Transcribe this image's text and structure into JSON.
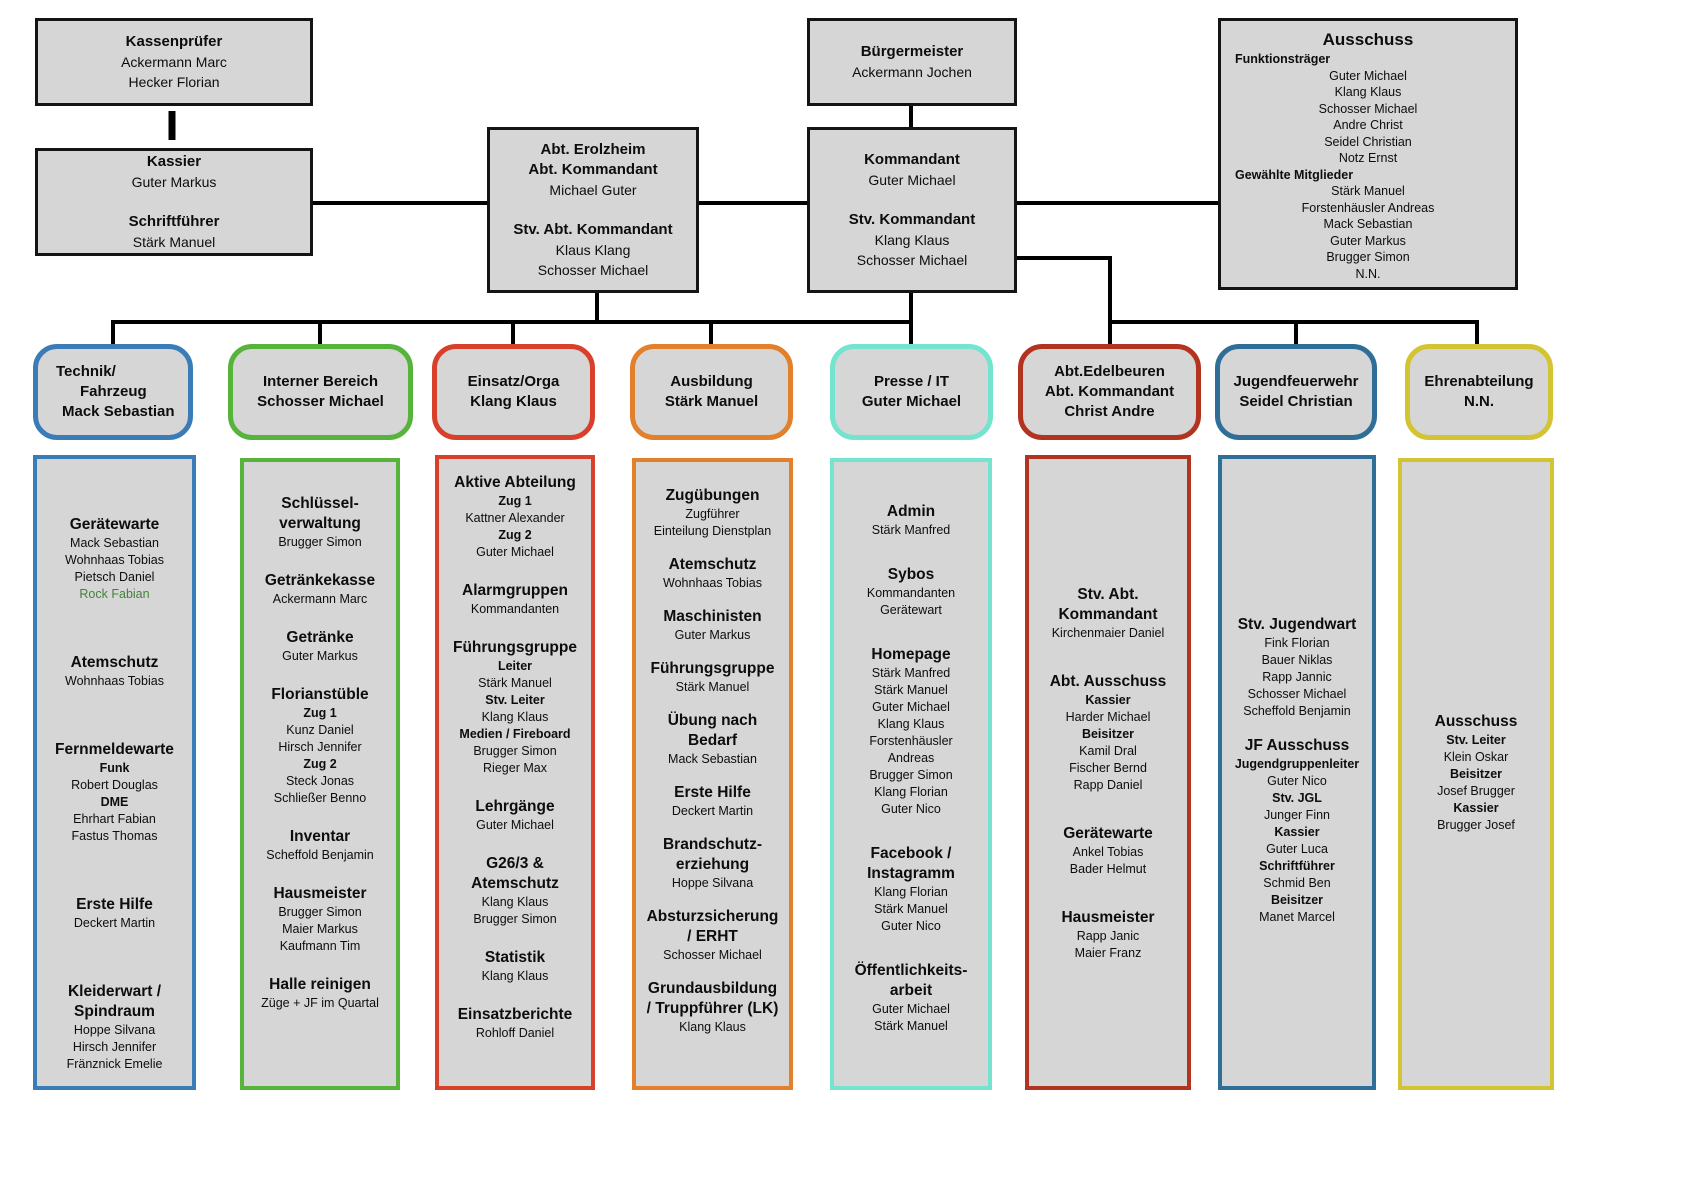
{
  "top": {
    "kassenpruefer": {
      "title": "Kassenprüfer",
      "names": [
        "Ackermann Marc",
        "Hecker Florian"
      ]
    },
    "kassier": {
      "role1": "Kassier",
      "name1": "Guter Markus",
      "role2": "Schriftführer",
      "name2": "Stärk Manuel"
    },
    "buergermeister": {
      "title": "Bürgermeister",
      "name": "Ackermann Jochen"
    },
    "erolzheim": {
      "lines": [
        "Abt. Erolzheim",
        "Abt. Kommandant",
        "Michael Guter",
        "Stv. Abt. Kommandant",
        "Klaus Klang",
        "Schosser Michael"
      ]
    },
    "kommandant": {
      "lines": [
        "Kommandant",
        "Guter Michael",
        "Stv. Kommandant",
        "Klang Klaus",
        "Schosser Michael"
      ]
    },
    "ausschuss": {
      "title": "Ausschuss",
      "groups": [
        {
          "label": "Funktionsträger",
          "names": [
            "Guter Michael",
            "Klang Klaus",
            "Schosser Michael",
            "Andre Christ",
            "Seidel Christian",
            "Notz Ernst"
          ]
        },
        {
          "label": "Gewählte Mitglieder",
          "names": [
            "Stärk Manuel",
            "Forstenhäusler Andreas",
            "Mack Sebastian",
            "Guter Markus",
            "Brugger Simon",
            "N.N."
          ]
        }
      ]
    }
  },
  "colors": {
    "box_fill": "#d6d6d6",
    "line": "#000000",
    "technik": "#3a7cb8",
    "interner": "#56b33c",
    "einsatz": "#d8402b",
    "ausbildung": "#e2802c",
    "presse": "#74e3cf",
    "edelbeuren": "#b23420",
    "jugend": "#2f6e96",
    "ehren": "#d3c433",
    "highlight_name": "#44803c"
  },
  "departments": [
    {
      "id": "technik",
      "accent": "#3a7cb8",
      "header": [
        "Technik/",
        "Fahrzeug",
        "Mack Sebastian"
      ],
      "sections": [
        {
          "title": "Gerätewarte",
          "lines": [
            "Mack Sebastian",
            "Wohnhaas Tobias",
            "Pietsch Daniel",
            {
              "text": "Rock Fabian",
              "style": "green"
            }
          ]
        },
        {
          "title": "Atemschutz",
          "lines": [
            "Wohnhaas Tobias"
          ]
        },
        {
          "title": "Fernmeldewarte",
          "lines": [
            {
              "text": "Funk",
              "style": "bold"
            },
            "Robert Douglas",
            {
              "text": "DME",
              "style": "bold"
            },
            "Ehrhart Fabian",
            "Fastus Thomas"
          ]
        },
        {
          "title": "Erste Hilfe",
          "lines": [
            "Deckert Martin"
          ]
        },
        {
          "title": [
            "Kleiderwart /",
            "Spindraum"
          ],
          "lines": [
            "Hoppe Silvana",
            "Hirsch Jennifer",
            "Fränznick Emelie"
          ]
        }
      ]
    },
    {
      "id": "interner",
      "accent": "#56b33c",
      "header": [
        "Interner Bereich",
        "Schosser Michael"
      ],
      "sections": [
        {
          "title": [
            "Schlüssel-",
            "verwaltung"
          ],
          "lines": [
            "Brugger Simon"
          ]
        },
        {
          "title": "Getränkekasse",
          "lines": [
            "Ackermann Marc"
          ]
        },
        {
          "title": "Getränke",
          "lines": [
            "Guter Markus"
          ]
        },
        {
          "title": "Florianstüble",
          "lines": [
            {
              "text": "Zug 1",
              "style": "bold"
            },
            "Kunz Daniel",
            "Hirsch Jennifer",
            {
              "text": "Zug 2",
              "style": "bold"
            },
            "Steck Jonas",
            "Schließer Benno"
          ]
        },
        {
          "title": "Inventar",
          "lines": [
            "Scheffold Benjamin"
          ]
        },
        {
          "title": "Hausmeister",
          "lines": [
            "Brugger Simon",
            "Maier Markus",
            "Kaufmann Tim"
          ]
        },
        {
          "title": "Halle reinigen",
          "lines": [
            "Züge + JF im Quartal"
          ]
        }
      ]
    },
    {
      "id": "einsatz",
      "accent": "#d8402b",
      "header": [
        "Einsatz/Orga",
        "Klang Klaus"
      ],
      "sections": [
        {
          "title": "Aktive Abteilung",
          "lines": [
            {
              "text": "Zug 1",
              "style": "bold"
            },
            "Kattner Alexander",
            {
              "text": "Zug 2",
              "style": "bold"
            },
            "Guter Michael"
          ]
        },
        {
          "title": "Alarmgruppen",
          "lines": [
            "Kommandanten"
          ]
        },
        {
          "title": "Führungsgruppe",
          "lines": [
            {
              "text": "Leiter",
              "style": "bold"
            },
            "Stärk Manuel",
            {
              "text": "Stv. Leiter",
              "style": "bold"
            },
            "Klang Klaus",
            {
              "text": "Medien / Fireboard",
              "style": "bold"
            },
            "Brugger Simon",
            "Rieger Max"
          ]
        },
        {
          "title": "Lehrgänge",
          "lines": [
            "Guter Michael"
          ]
        },
        {
          "title": [
            "G26/3 &",
            "Atemschutz"
          ],
          "lines": [
            "Klang Klaus",
            "Brugger Simon"
          ]
        },
        {
          "title": "Statistik",
          "lines": [
            "Klang Klaus"
          ]
        },
        {
          "title": "Einsatzberichte",
          "lines": [
            "Rohloff Daniel"
          ]
        }
      ]
    },
    {
      "id": "ausbildung",
      "accent": "#e2802c",
      "header": [
        "Ausbildung",
        "Stärk Manuel"
      ],
      "sections": [
        {
          "title": "Zugübungen",
          "lines": [
            "Zugführer",
            "Einteilung Dienstplan"
          ]
        },
        {
          "title": "Atemschutz",
          "lines": [
            "Wohnhaas Tobias"
          ]
        },
        {
          "title": "Maschinisten",
          "lines": [
            "Guter Markus"
          ]
        },
        {
          "title": "Führungsgruppe",
          "lines": [
            "Stärk Manuel"
          ]
        },
        {
          "title": [
            "Übung nach",
            "Bedarf"
          ],
          "lines": [
            "Mack Sebastian"
          ]
        },
        {
          "title": "Erste Hilfe",
          "lines": [
            "Deckert Martin"
          ]
        },
        {
          "title": [
            "Brandschutz-",
            "erziehung"
          ],
          "lines": [
            "Hoppe Silvana"
          ]
        },
        {
          "title": [
            "Absturzsicherung",
            "/ ERHT"
          ],
          "lines": [
            "Schosser Michael"
          ]
        },
        {
          "title": [
            "Grundausbildung",
            "/ Truppführer (LK)"
          ],
          "lines": [
            "Klang Klaus"
          ]
        }
      ]
    },
    {
      "id": "presse",
      "accent": "#74e3cf",
      "header": [
        "Presse / IT",
        "Guter Michael"
      ],
      "sections": [
        {
          "title": "Admin",
          "lines": [
            "Stärk Manfred"
          ]
        },
        {
          "title": "Sybos",
          "lines": [
            "Kommandanten",
            "Gerätewart"
          ]
        },
        {
          "title": "Homepage",
          "lines": [
            "Stärk Manfred",
            "Stärk Manuel",
            "Guter Michael",
            "Klang Klaus",
            "Forstenhäusler",
            "Andreas",
            "Brugger Simon",
            "Klang Florian",
            "Guter Nico"
          ]
        },
        {
          "title": [
            "Facebook /",
            "Instagramm"
          ],
          "lines": [
            "Klang Florian",
            "Stärk Manuel",
            "Guter Nico"
          ]
        },
        {
          "title": [
            "Öffentlichkeits-",
            "arbeit"
          ],
          "lines": [
            "Guter Michael",
            "Stärk Manuel"
          ]
        }
      ]
    },
    {
      "id": "edelbeuren",
      "accent": "#b23420",
      "header": [
        "Abt.Edelbeuren",
        "Abt. Kommandant",
        "Christ Andre"
      ],
      "sections": [
        {
          "title": [
            "Stv. Abt.",
            "Kommandant"
          ],
          "lines": [
            "Kirchenmaier Daniel"
          ]
        },
        {
          "title": "Abt. Ausschuss",
          "lines": [
            {
              "text": "Kassier",
              "style": "bold"
            },
            "Harder Michael",
            {
              "text": "Beisitzer",
              "style": "bold"
            },
            "Kamil Dral",
            "Fischer Bernd",
            "Rapp Daniel"
          ]
        },
        {
          "title": "Gerätewarte",
          "lines": [
            "Ankel Tobias",
            "Bader Helmut"
          ]
        },
        {
          "title": "Hausmeister",
          "lines": [
            "Rapp Janic",
            "Maier Franz"
          ]
        }
      ]
    },
    {
      "id": "jugend",
      "accent": "#2f6e96",
      "header": [
        "Jugendfeuerwehr",
        "Seidel Christian"
      ],
      "sections": [
        {
          "title": "Stv. Jugendwart",
          "lines": [
            "Fink Florian",
            "Bauer Niklas",
            "Rapp Jannic",
            "Schosser Michael",
            "Scheffold Benjamin"
          ]
        },
        {
          "title": "JF Ausschuss",
          "lines": [
            {
              "text": "Jugendgruppenleiter",
              "style": "bold"
            },
            "Guter Nico",
            {
              "text": "Stv. JGL",
              "style": "bold"
            },
            "Junger Finn",
            {
              "text": "Kassier",
              "style": "bold"
            },
            "Guter Luca",
            {
              "text": "Schriftführer",
              "style": "bold"
            },
            "Schmid Ben",
            {
              "text": "Beisitzer",
              "style": "bold"
            },
            "Manet Marcel"
          ]
        }
      ]
    },
    {
      "id": "ehren",
      "accent": "#d3c433",
      "header": [
        "Ehrenabteilung",
        "N.N."
      ],
      "sections": [
        {
          "title": "Ausschuss",
          "lines": [
            {
              "text": "Stv. Leiter",
              "style": "bold"
            },
            "Klein Oskar",
            {
              "text": "Beisitzer",
              "style": "bold"
            },
            "Josef Brugger",
            {
              "text": "Kassier",
              "style": "bold"
            },
            "Brugger Josef"
          ]
        }
      ]
    }
  ]
}
